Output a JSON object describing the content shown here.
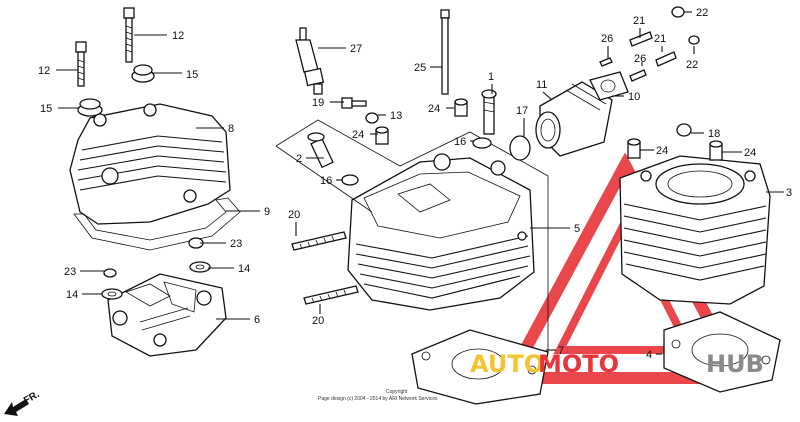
{
  "labels": {
    "p1": "1",
    "p2": "2",
    "p3": "3",
    "p4": "4",
    "p5": "5",
    "p6": "6",
    "p7": "7",
    "p8": "8",
    "p9": "9",
    "p10": "10",
    "p11": "11",
    "p12a": "12",
    "p12b": "12",
    "p13": "13",
    "p14a": "14",
    "p14b": "14",
    "p15a": "15",
    "p15b": "15",
    "p16a": "16",
    "p16b": "16",
    "p17": "17",
    "p18": "18",
    "p19": "19",
    "p20a": "20",
    "p20b": "20",
    "p21a": "21",
    "p21b": "21",
    "p22a": "22",
    "p22b": "22",
    "p23a": "23",
    "p23b": "23",
    "p24a": "24",
    "p24b": "24",
    "p24c": "24",
    "p24d": "24",
    "p25": "25",
    "p26a": "26",
    "p26b": "26",
    "p27": "27"
  },
  "direction_label": "FR.",
  "copyright_line1": "Copyright",
  "copyright_line2": "Page design (c) 2004 - 2014 by ARI Network Services",
  "watermark": {
    "text_auto": "AUTO",
    "text_moto": "MOTO",
    "text_hub": "HUB",
    "color_red": "#e8343a",
    "color_yellow": "#f4c430",
    "color_gray": "#8a8a8a"
  }
}
